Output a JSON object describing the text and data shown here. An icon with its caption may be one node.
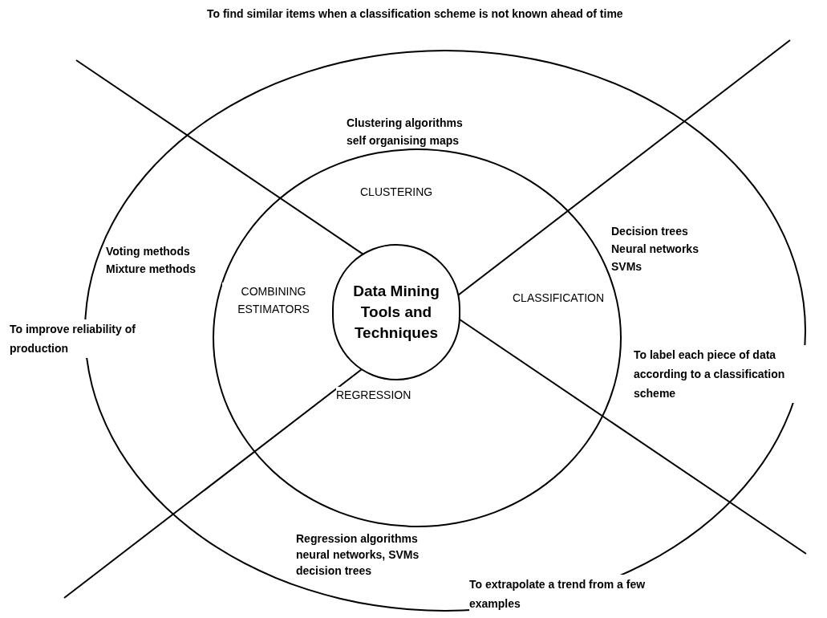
{
  "diagram": {
    "nodes": [
      {
        "text": [
          "Clustering algorithms self organising maps",
          "Decision trees Neural networks SVMs",
          "Regression algorithms neural networks, SVMs decision trees",
          "Voting methods Mixture methods"
        ]
      },
      {
        "text": [
          "CLUSTERING",
          "CLASSIFICATION",
          "REGRESSION",
          "COMBINING ESTIMATORS"
        ],
        "in": 0
      },
      {
        "text": [
          "Data Mining Tools and Techniques"
        ],
        "in": 1
      }
    ],
    "labels": [
      "To find similar items when a classification scheme is not known ahead of time",
      "To improve reliability of production",
      "To label each piece of data according to a classification scheme",
      "To extrapolate a trend from a few examples"
    ]
  }
}
